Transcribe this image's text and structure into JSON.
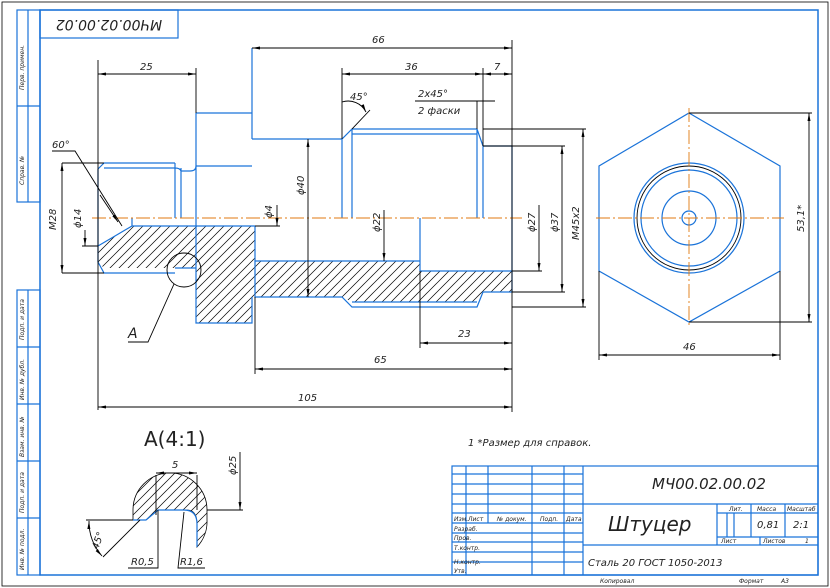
{
  "drawing": {
    "designation": "МЧ00.02.00.02",
    "designation_rotated": "МЧ00.02.00.02",
    "part_name": "Штуцер",
    "material": "Сталь 20 ГОСТ 1050-2013",
    "note": "1  *Размер для справок.",
    "detail_title": "А(4:1)",
    "section_label": "А"
  },
  "dimensions": {
    "d25": "25",
    "d66": "66",
    "d36": "36",
    "d7": "7",
    "chamfer": "2x45°",
    "chamfer_note": "2 фаски",
    "angle45": "45°",
    "angle60": "60°",
    "m28": "M28",
    "phi14": "ϕ14",
    "phi4": "ϕ4",
    "phi40": "ϕ40",
    "phi22": "ϕ22",
    "phi27": "ϕ27",
    "phi37": "ϕ37",
    "m45": "M45x2",
    "d23": "23",
    "d65": "65",
    "d105": "105",
    "d46": "46",
    "d531": "53,1*",
    "detail_5": "5",
    "detail_phi25": "ϕ25",
    "detail_45": "45°",
    "detail_r05": "R0,5",
    "detail_r16": "R1,6"
  },
  "side_stamp": [
    "Перв. примен.",
    "Справ. №",
    "Подп. и дата",
    "Инв. № дубл.",
    "Взам. инв. №",
    "Подп. и дата",
    "Инв. № подл."
  ],
  "title_block": {
    "headers": [
      "Изм.",
      "Лист",
      "№ докум.",
      "Подп.",
      "Дата"
    ],
    "roles": [
      "Разраб.",
      "Пров.",
      "Т.контр.",
      "Н.контр.",
      "Утв."
    ],
    "lit_label": "Лит.",
    "mass_label": "Масса",
    "scale_label": "Масштаб",
    "mass": "0,81",
    "scale": "2:1",
    "sheet_label": "Лист",
    "sheets_label": "Листов",
    "sheets": "1",
    "copied": "Копировал",
    "format_label": "Формат",
    "format": "А3"
  },
  "colors": {
    "outline": "#1a73d9",
    "axis": "#e07a10",
    "dims": "#000000"
  }
}
